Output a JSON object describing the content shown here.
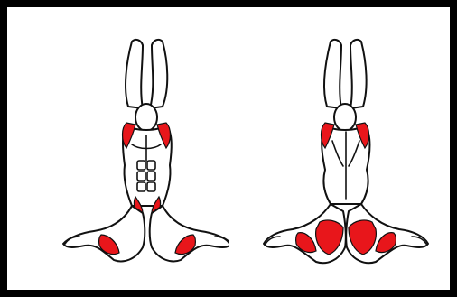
{
  "figures": [
    {
      "id": "front",
      "view": "anterior"
    },
    {
      "id": "back",
      "view": "posterior"
    }
  ],
  "colors": {
    "highlight": "#e8161b",
    "outline": "#111111",
    "frame_border": "#000000",
    "background": "#ffffff"
  }
}
